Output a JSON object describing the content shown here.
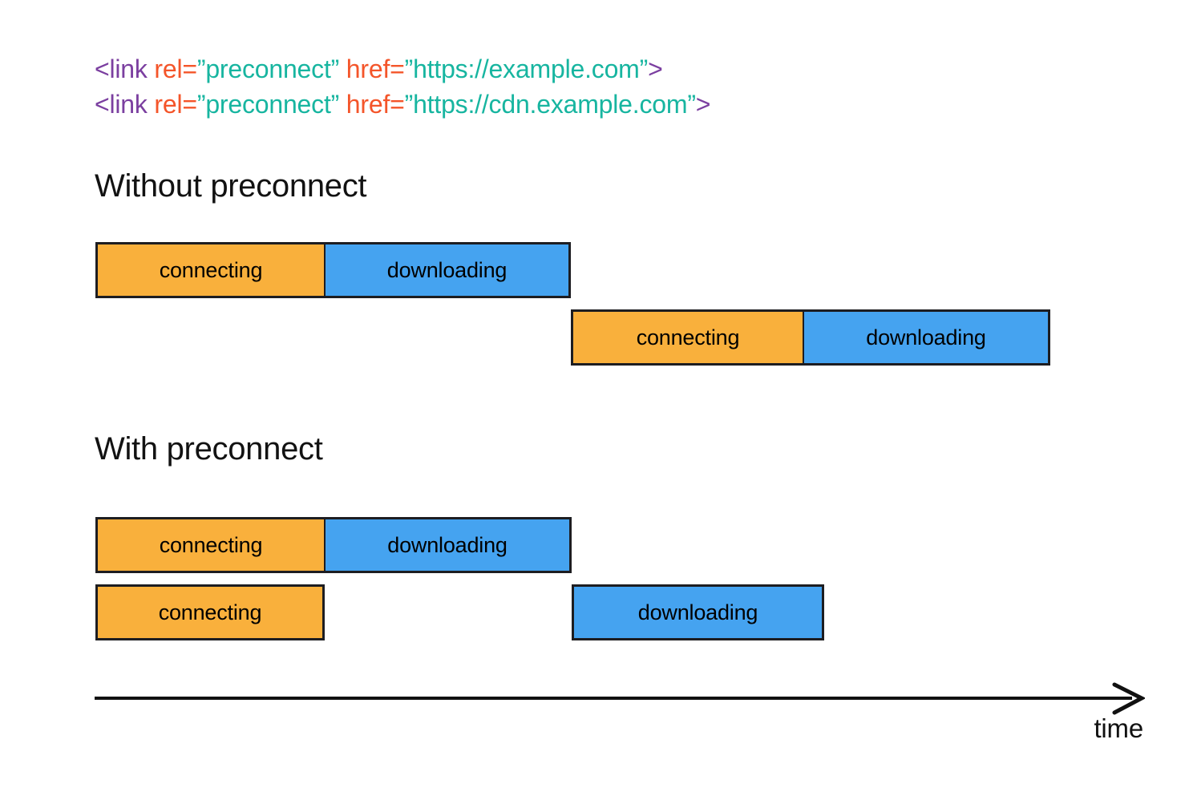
{
  "code": {
    "lines": [
      {
        "tag_open": "<link ",
        "attr_rel": "rel=",
        "val_rel": "”preconnect”",
        "attr_href": " href=",
        "val_href": "”https://example.com”",
        "tag_close": ">"
      },
      {
        "tag_open": "<link ",
        "attr_rel": "rel=",
        "val_rel": "”preconnect”",
        "attr_href": " href=",
        "val_href": "”https://cdn.example.com”",
        "tag_close": ">"
      }
    ]
  },
  "sections": [
    {
      "heading": "Without preconnect"
    },
    {
      "heading": "With preconnect"
    }
  ],
  "bars": {
    "without": [
      {
        "label": "connecting",
        "state": "connecting"
      },
      {
        "label": "downloading",
        "state": "downloading"
      },
      {
        "label": "connecting",
        "state": "connecting"
      },
      {
        "label": "downloading",
        "state": "downloading"
      }
    ],
    "with": [
      {
        "label": "connecting",
        "state": "connecting"
      },
      {
        "label": "downloading",
        "state": "downloading"
      },
      {
        "label": "connecting",
        "state": "connecting"
      },
      {
        "label": "downloading",
        "state": "downloading"
      }
    ]
  },
  "axis": {
    "label": "time"
  },
  "colors": {
    "connecting": "#F9B03C",
    "downloading": "#45A3F0",
    "stroke": "#1d1d21",
    "tag": "#7B3FA0",
    "attribute": "#F4552A",
    "value": "#17B5A0",
    "background": "#ffffff"
  }
}
